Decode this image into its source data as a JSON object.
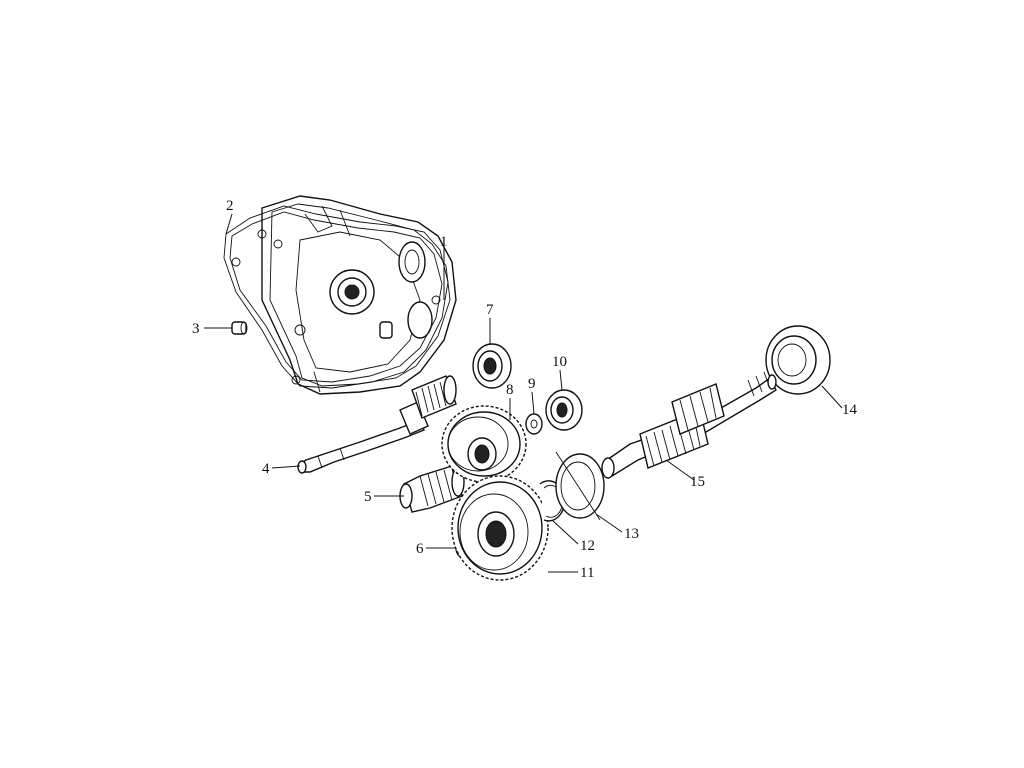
{
  "diagram": {
    "parts": [
      {
        "number": "1",
        "icon": "gearbox-housing-icon"
      },
      {
        "number": "2",
        "icon": "housing-gasket-icon"
      },
      {
        "number": "3",
        "icon": "dowel-pin-icon"
      },
      {
        "number": "4",
        "icon": "input-shaft-icon"
      },
      {
        "number": "5",
        "icon": "pinion-gear-icon"
      },
      {
        "number": "6",
        "icon": "spacer-ring-icon"
      },
      {
        "number": "7",
        "icon": "ball-bearing-icon"
      },
      {
        "number": "8",
        "icon": "spur-gear-icon"
      },
      {
        "number": "9",
        "icon": "washer-icon"
      },
      {
        "number": "10",
        "icon": "ball-bearing-icon"
      },
      {
        "number": "11",
        "icon": "large-spur-gear-icon"
      },
      {
        "number": "12",
        "icon": "circlip-icon"
      },
      {
        "number": "13",
        "icon": "oil-seal-icon"
      },
      {
        "number": "14",
        "icon": "ball-bearing-icon"
      },
      {
        "number": "15",
        "icon": "output-shaft-icon"
      }
    ]
  }
}
